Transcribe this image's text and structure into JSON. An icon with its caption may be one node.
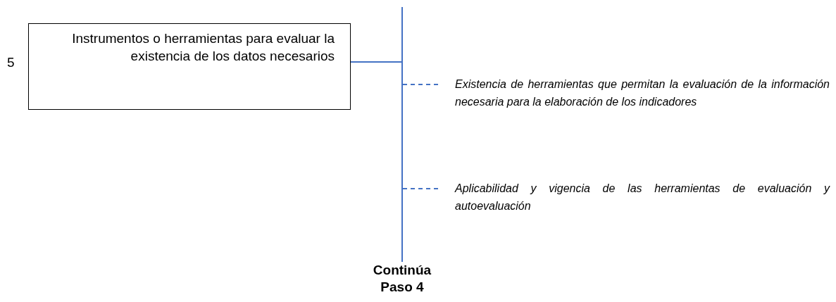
{
  "diagram": {
    "nodes": [
      {
        "text": [
          "Instrumentos o herramientas para evaluar la existencia de los datos necesarios"
        ],
        "beside": [
          "5"
        ]
      },
      {
        "text": [],
        "shape": "bar"
      },
      {
        "text": [
          "Existencia de herramientas que permitan la evaluación de la información necesaria para la elaboración de los indicadores"
        ]
      },
      {
        "text": [
          "Aplicabilidad y vigencia de las herramientas de evaluación y autoevaluación"
        ]
      },
      {
        "text": [
          "Continúa Paso 4"
        ]
      }
    ],
    "edges": [
      {
        "from": 0,
        "to": 1,
        "arrow": "none"
      },
      {
        "from": 1,
        "to": 2,
        "arrow": "none",
        "style": "dashed"
      },
      {
        "from": 1,
        "to": 3,
        "arrow": "none",
        "style": "dashed"
      },
      {
        "from": 1,
        "to": 4,
        "arrow": "none"
      }
    ]
  }
}
